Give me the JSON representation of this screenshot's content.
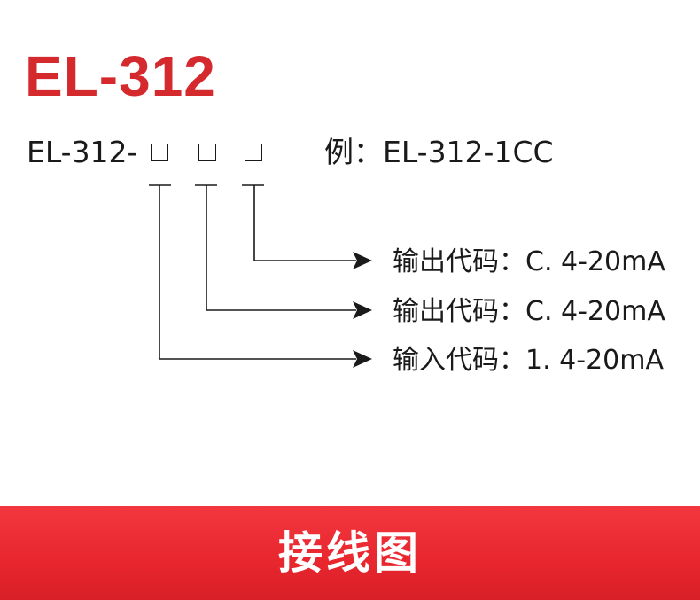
{
  "title": "EL-312",
  "code": {
    "prefix": "EL-312-",
    "example": "例：EL-312-1CC"
  },
  "outputs": [
    {
      "label": "输出代码：C. 4-20mA"
    },
    {
      "label": "输出代码：C. 4-20mA"
    },
    {
      "label": "输入代码：1. 4-20mA"
    }
  ],
  "banner": {
    "label": "接线图"
  },
  "colors": {
    "accent": "#d42a2e",
    "banner": "#e8262e",
    "text": "#1a1a1a"
  }
}
